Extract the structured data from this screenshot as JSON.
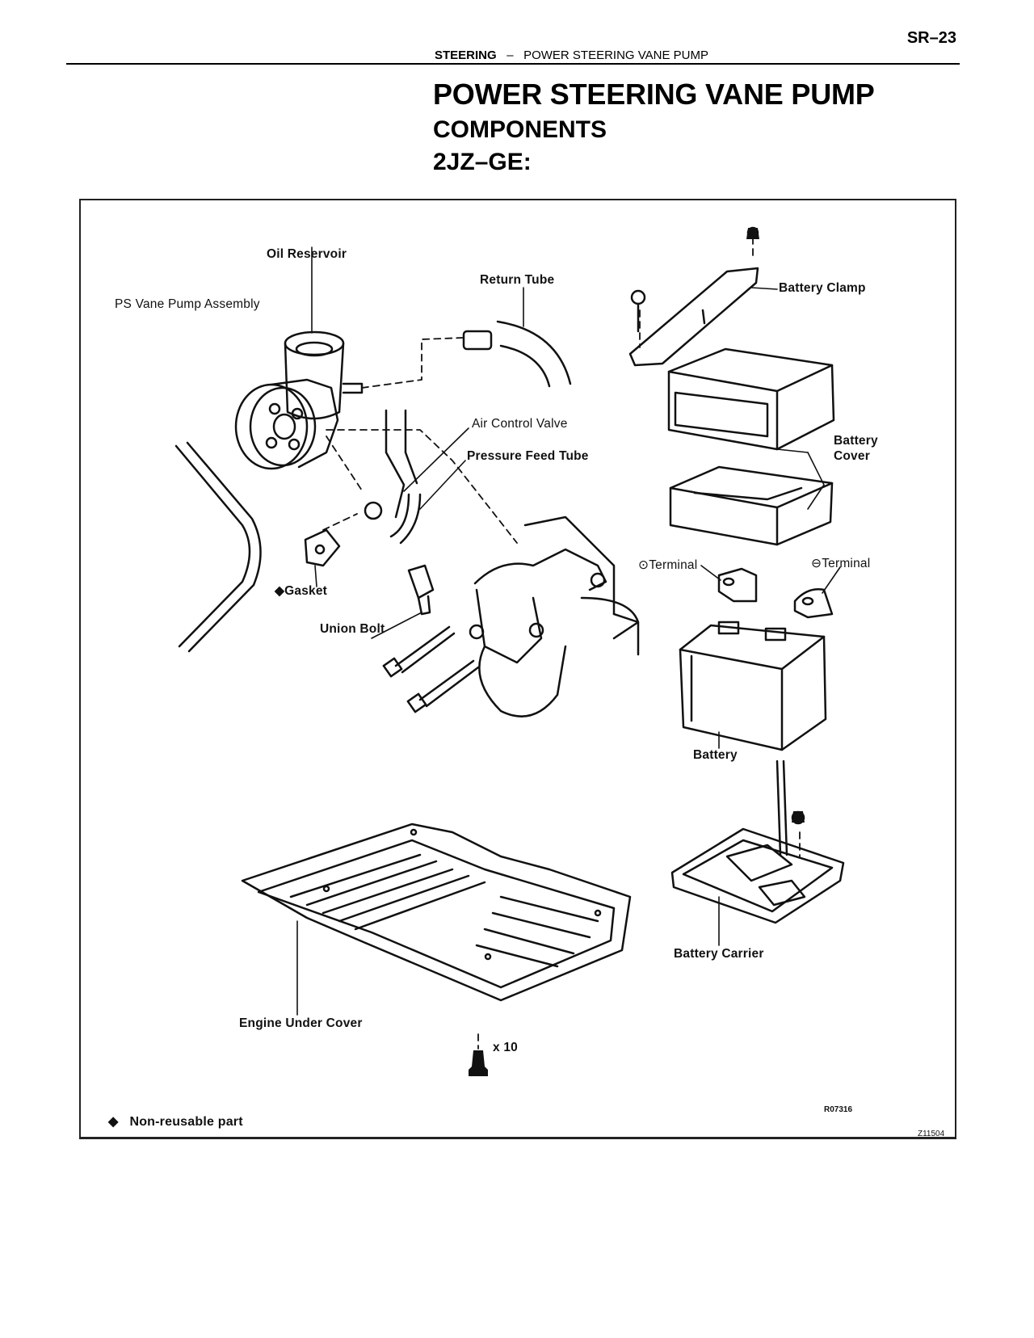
{
  "header": {
    "page_number": "SR–23",
    "section": "STEERING",
    "separator": "–",
    "subsection": "POWER STEERING VANE PUMP"
  },
  "headings": {
    "title": "POWER STEERING VANE PUMP",
    "subtitle": "COMPONENTS",
    "engine": "2JZ–GE:"
  },
  "diagram": {
    "labels": {
      "oil_reservoir": "Oil Reservoir",
      "ps_vane_pump_assembly": "PS Vane Pump Assembly",
      "return_tube": "Return Tube",
      "air_control_valve": "Air Control Valve",
      "pressure_feed_tube": "Pressure Feed Tube",
      "gasket": "Gasket",
      "union_bolt": "Union Bolt",
      "battery_clamp": "Battery Clamp",
      "battery_cover_line1": "Battery",
      "battery_cover_line2": "Cover",
      "positive_terminal": "Terminal",
      "negative_terminal": "Terminal",
      "battery": "Battery",
      "battery_carrier": "Battery Carrier",
      "engine_under_cover": "Engine Under Cover",
      "bolt_quantity": "x 10"
    },
    "legend": {
      "symbol": "◆",
      "text": "Non-reusable part"
    },
    "figure_code": "R07316",
    "ref_code": "Z11504"
  }
}
